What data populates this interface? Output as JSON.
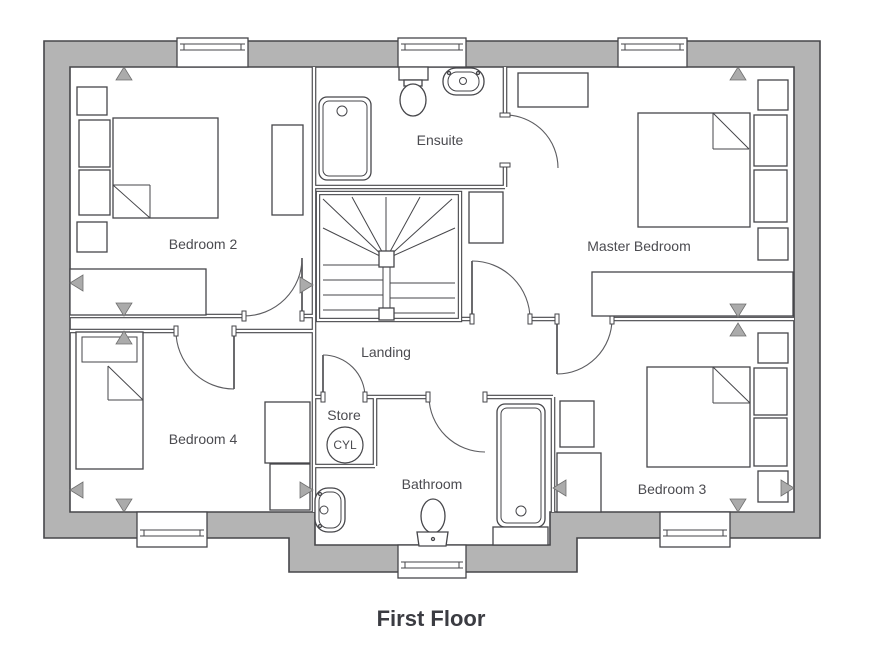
{
  "title": "First Floor",
  "rooms": {
    "bedroom2": {
      "label": "Bedroom 2"
    },
    "ensuite": {
      "label": "Ensuite"
    },
    "master": {
      "label": "Master Bedroom"
    },
    "bedroom4": {
      "label": "Bedroom 4"
    },
    "landing": {
      "label": "Landing"
    },
    "store": {
      "label": "Store"
    },
    "cylinder": {
      "label": "CYL"
    },
    "bathroom": {
      "label": "Bathroom"
    },
    "bedroom3": {
      "label": "Bedroom 3"
    }
  },
  "colors": {
    "wall_fill": "#b4b4b4",
    "line": "#46464a",
    "label_text": "#4b4b50",
    "title_text": "#3b3c42",
    "marker_fill": "#ababab"
  }
}
